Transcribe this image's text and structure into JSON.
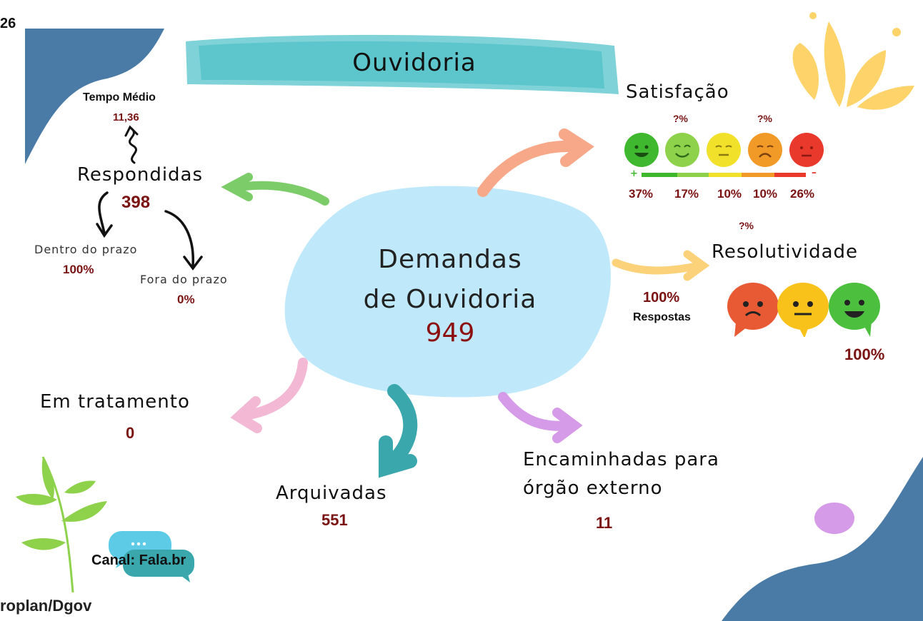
{
  "corner_text": "26",
  "title": "Ouvidoria",
  "center": {
    "line1": "Demandas",
    "line2": "de Ouvidoria",
    "total": "949"
  },
  "tempo_medio": {
    "label": "Tempo Médio",
    "value": "11,36"
  },
  "respondidas": {
    "label": "Respondidas",
    "value": "398",
    "dentro_label": "Dentro do prazo",
    "dentro_value": "100%",
    "fora_label": "Fora do prazo",
    "fora_value": "0%"
  },
  "satisfacao": {
    "label": "Satisfação",
    "unknown_marks": [
      "?%",
      "?%"
    ],
    "plus": "+",
    "minus": "–",
    "faces": [
      {
        "name": "very-happy",
        "color": "#3fb82f",
        "pct": "37%"
      },
      {
        "name": "happy",
        "color": "#8ed14b",
        "pct": "17%"
      },
      {
        "name": "neutral",
        "color": "#f2e12b",
        "pct": "10%"
      },
      {
        "name": "sad",
        "color": "#f29a28",
        "pct": "10%"
      },
      {
        "name": "very-sad",
        "color": "#e8392c",
        "pct": "26%"
      }
    ]
  },
  "resolutividade": {
    "label": "Resolutividade",
    "unknown_mark": "?%",
    "respostas_value": "100%",
    "respostas_label": "Respostas",
    "resolved_value": "100%"
  },
  "em_tratamento": {
    "label": "Em tratamento",
    "value": "0"
  },
  "arquivadas": {
    "label": "Arquivadas",
    "value": "551"
  },
  "encaminhadas": {
    "line1": "Encaminhadas para",
    "line2": "órgão externo",
    "value": "11"
  },
  "canal": "Canal: Fala.br",
  "footer": "roplan/Dgov",
  "colors": {
    "teal": "#5cc6cc",
    "blob": "#bfe9fb",
    "dark_blue": "#4a7ba7",
    "value_red": "#7a1212",
    "green_arrow": "#7ccc6a",
    "salmon_arrow": "#f7a889",
    "yellow_arrow": "#fbd27a",
    "pink_arrow": "#f2b8d4",
    "teal_arrow": "#3aa7ad",
    "purple_arrow": "#d59be8",
    "splash": "#fdd36a"
  }
}
